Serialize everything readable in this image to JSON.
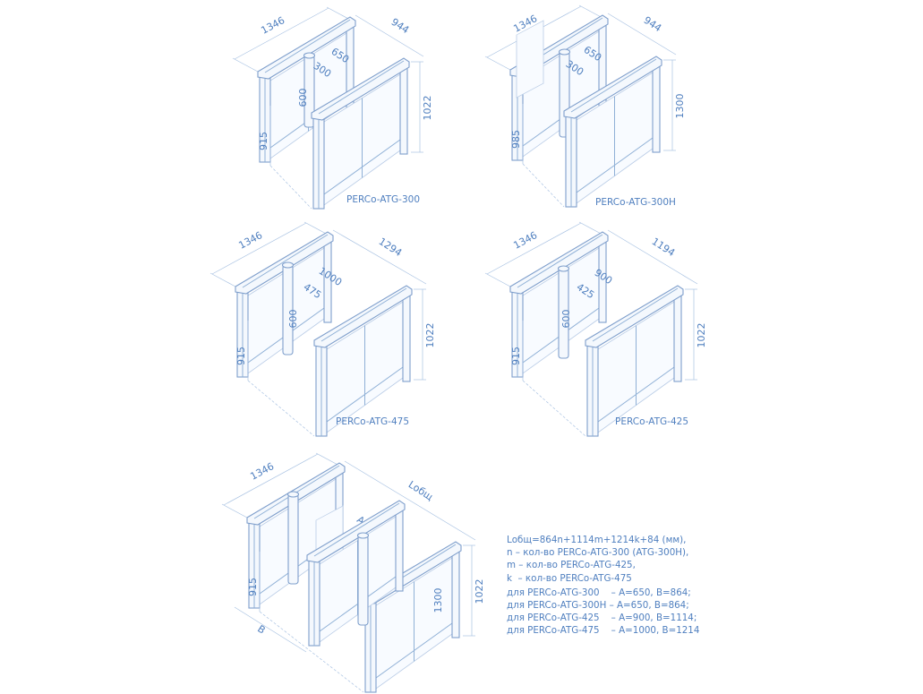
{
  "units": [
    {
      "caption": "PERCo-ATG-300",
      "dims": {
        "length": "1346",
        "depth": "944",
        "height": "1022",
        "passage": "915",
        "a": "650",
        "b": "300",
        "c": "600"
      }
    },
    {
      "caption": "PERCo-ATG-300H",
      "dims": {
        "length": "1346",
        "depth": "944",
        "height": "1300",
        "passage": "985",
        "a": "650",
        "b": "300"
      }
    },
    {
      "caption": "PERCo-ATG-475",
      "dims": {
        "length": "1346",
        "depth": "1294",
        "height": "1022",
        "passage": "915",
        "a": "1000",
        "b": "475",
        "c": "600"
      }
    },
    {
      "caption": "PERCo-ATG-425",
      "dims": {
        "length": "1346",
        "depth": "1194",
        "height": "1022",
        "passage": "915",
        "a": "900",
        "b": "425",
        "c": "600"
      }
    },
    {
      "caption": "",
      "dims": {
        "length": "1346",
        "depth": "Lобщ",
        "height": "1022",
        "passage": "915",
        "a": "A",
        "tall": "1300",
        "bw": "B"
      }
    }
  ],
  "notes": {
    "formula": "Lобщ=864n+1114m+1214k+84 (мм),",
    "n": "n – кол-во PERCo-ATG-300 (ATG-300H),",
    "m": "m – кол-во PERCo-ATG-425,",
    "k": "k  – кол-во PERCo-ATG-475",
    "rows": [
      "для PERCo-ATG-300    – A=650, B=864;",
      "для PERCo-ATG-300H – A=650, B=864;",
      "для PERCo-ATG-425    – A=900, B=1114;",
      "для PERCo-ATG-475    – A=1000, B=1214"
    ]
  }
}
